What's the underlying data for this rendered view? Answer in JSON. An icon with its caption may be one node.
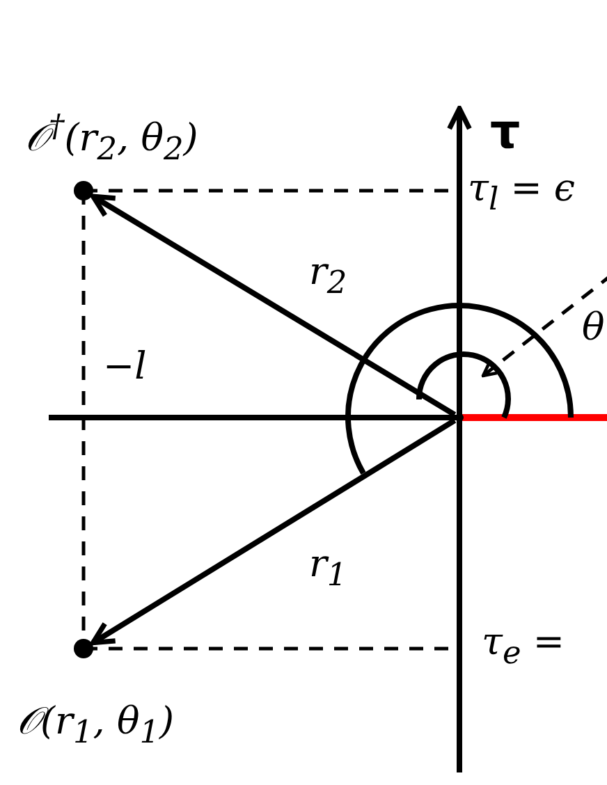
{
  "diagram": {
    "nodes": [
      {
        "text": [],
        "shape": "circle",
        "beside": [
          "𝒪$^{†}$(r$_{2}$, θ$_{2}$)"
        ]
      },
      {
        "text": [],
        "shape": "circle",
        "beside": [
          "𝒪(r$_{1}$, θ$_{1}$)"
        ]
      },
      {
        "text": [],
        "shape": "point"
      }
    ],
    "edges": [
      {
        "from": 2,
        "to": 0,
        "arrow": "to",
        "label": "r$_{2}$"
      },
      {
        "from": 2,
        "to": 1,
        "arrow": "to",
        "label": "r$_{1}$"
      }
    ],
    "labels": [
      "τ",
      "τ$_{l}$ = ϵ",
      "−l",
      "θ",
      "τ$_{e}$ ="
    ]
  }
}
